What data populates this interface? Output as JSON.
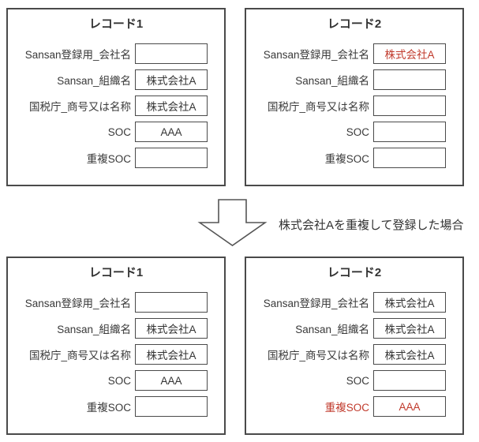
{
  "colors": {
    "panel_border": "#4a4a4a",
    "text": "#333333",
    "highlight_red": "#c0392b",
    "background": "#ffffff"
  },
  "arrow": {
    "icon": "down-block-arrow-icon",
    "annotation": "株式会社Aを重複して登録した場合"
  },
  "field_labels": [
    "Sansan登録用_会社名",
    "Sansan_組織名",
    "国税庁_商号又は名称",
    "SOC",
    "重複SOC"
  ],
  "panels": [
    {
      "title": "レコード1",
      "position": "top-left",
      "rows": [
        {
          "label": "Sansan登録用_会社名",
          "value": ""
        },
        {
          "label": "Sansan_組織名",
          "value": "株式会社A"
        },
        {
          "label": "国税庁_商号又は名称",
          "value": "株式会社A"
        },
        {
          "label": "SOC",
          "value": "AAA"
        },
        {
          "label": "重複SOC",
          "value": ""
        }
      ]
    },
    {
      "title": "レコード2",
      "position": "top-right",
      "rows": [
        {
          "label": "Sansan登録用_会社名",
          "value": "株式会社A",
          "value_highlight": true
        },
        {
          "label": "Sansan_組織名",
          "value": ""
        },
        {
          "label": "国税庁_商号又は名称",
          "value": ""
        },
        {
          "label": "SOC",
          "value": ""
        },
        {
          "label": "重複SOC",
          "value": ""
        }
      ]
    },
    {
      "title": "レコード1",
      "position": "bottom-left",
      "rows": [
        {
          "label": "Sansan登録用_会社名",
          "value": ""
        },
        {
          "label": "Sansan_組織名",
          "value": "株式会社A"
        },
        {
          "label": "国税庁_商号又は名称",
          "value": "株式会社A"
        },
        {
          "label": "SOC",
          "value": "AAA"
        },
        {
          "label": "重複SOC",
          "value": ""
        }
      ]
    },
    {
      "title": "レコード2",
      "position": "bottom-right",
      "rows": [
        {
          "label": "Sansan登録用_会社名",
          "value": "株式会社A"
        },
        {
          "label": "Sansan_組織名",
          "value": "株式会社A"
        },
        {
          "label": "国税庁_商号又は名称",
          "value": "株式会社A"
        },
        {
          "label": "SOC",
          "value": ""
        },
        {
          "label": "重複SOC",
          "value": "AAA",
          "label_highlight": true,
          "value_highlight": true
        }
      ]
    }
  ]
}
